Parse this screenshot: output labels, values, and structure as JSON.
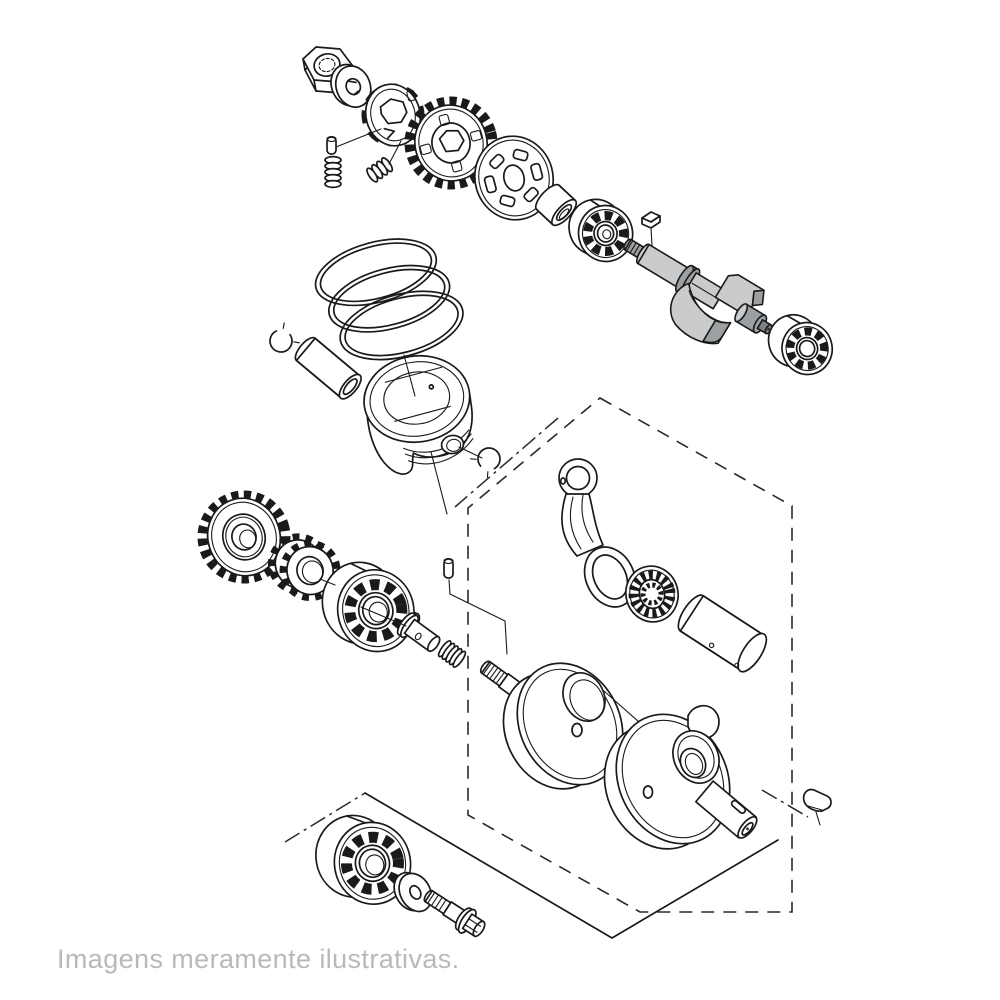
{
  "page": {
    "background_color": "#ffffff",
    "caption": {
      "text": "Imagens meramente ilustrativas.",
      "color": "#b9b9b9"
    }
  },
  "diagram": {
    "description": "Exploded parts view of a motorcycle engine crankshaft, piston and balancer shaft assembly",
    "line_color": "#1a1a1a",
    "phantom_line_color": "#2a2a2a",
    "balancer_fill_light": "#c9cbcd",
    "balancer_fill_mid": "#9da0a3",
    "balancer_fill_dark": "#7e8184",
    "parts": [
      {
        "id": "hex-nut",
        "label": "Hex nut"
      },
      {
        "id": "lock-washer",
        "label": "Lock washer"
      },
      {
        "id": "ratchet-plate",
        "label": "Starter ratchet plate"
      },
      {
        "id": "ratchet-pin",
        "label": "Pin"
      },
      {
        "id": "ratchet-spring",
        "label": "Spring"
      },
      {
        "id": "friction-spring",
        "label": "Friction spring"
      },
      {
        "id": "drive-gear",
        "label": "Drive gear"
      },
      {
        "id": "slotted-plate",
        "label": "Slotted retainer plate"
      },
      {
        "id": "spacer-collar",
        "label": "Spacer collar"
      },
      {
        "id": "bearing-balancer-front",
        "label": "Ball bearing"
      },
      {
        "id": "woodruff-key-front",
        "label": "Woodruff key"
      },
      {
        "id": "balancer-shaft",
        "label": "Balancer shaft"
      },
      {
        "id": "bearing-balancer-rear",
        "label": "Ball bearing"
      },
      {
        "id": "piston-ring-set",
        "label": "Piston ring set (3)"
      },
      {
        "id": "piston-pin-circlip-left",
        "label": "Piston pin circlip"
      },
      {
        "id": "piston-pin",
        "label": "Piston pin"
      },
      {
        "id": "piston",
        "label": "Piston"
      },
      {
        "id": "piston-pin-circlip-right",
        "label": "Piston pin circlip"
      },
      {
        "id": "crank-gear",
        "label": "Crankshaft drive gear"
      },
      {
        "id": "crank-sprocket",
        "label": "Duplex chain sprocket"
      },
      {
        "id": "main-bearing-left",
        "label": "Main ball bearing"
      },
      {
        "id": "dowel-pin",
        "label": "Dowel pin"
      },
      {
        "id": "shaft-collar",
        "label": "Shaft collar"
      },
      {
        "id": "coil-spring",
        "label": "Coil spring"
      },
      {
        "id": "crankshaft-left-half",
        "label": "Crankshaft half (left)"
      },
      {
        "id": "connecting-rod",
        "label": "Connecting rod"
      },
      {
        "id": "needle-bearing",
        "label": "Big-end needle bearing"
      },
      {
        "id": "crank-pin",
        "label": "Crank pin"
      },
      {
        "id": "crankshaft-right-half",
        "label": "Crankshaft half (right)"
      },
      {
        "id": "woodruff-key-rear",
        "label": "Woodruff key"
      },
      {
        "id": "main-bearing-bottom",
        "label": "Main ball bearing"
      },
      {
        "id": "plain-washer",
        "label": "Washer"
      },
      {
        "id": "flange-bolt",
        "label": "Flange bolt"
      },
      {
        "id": "assembly-boundary",
        "label": "Crankshaft assembly boundary (phantom box)"
      }
    ]
  }
}
